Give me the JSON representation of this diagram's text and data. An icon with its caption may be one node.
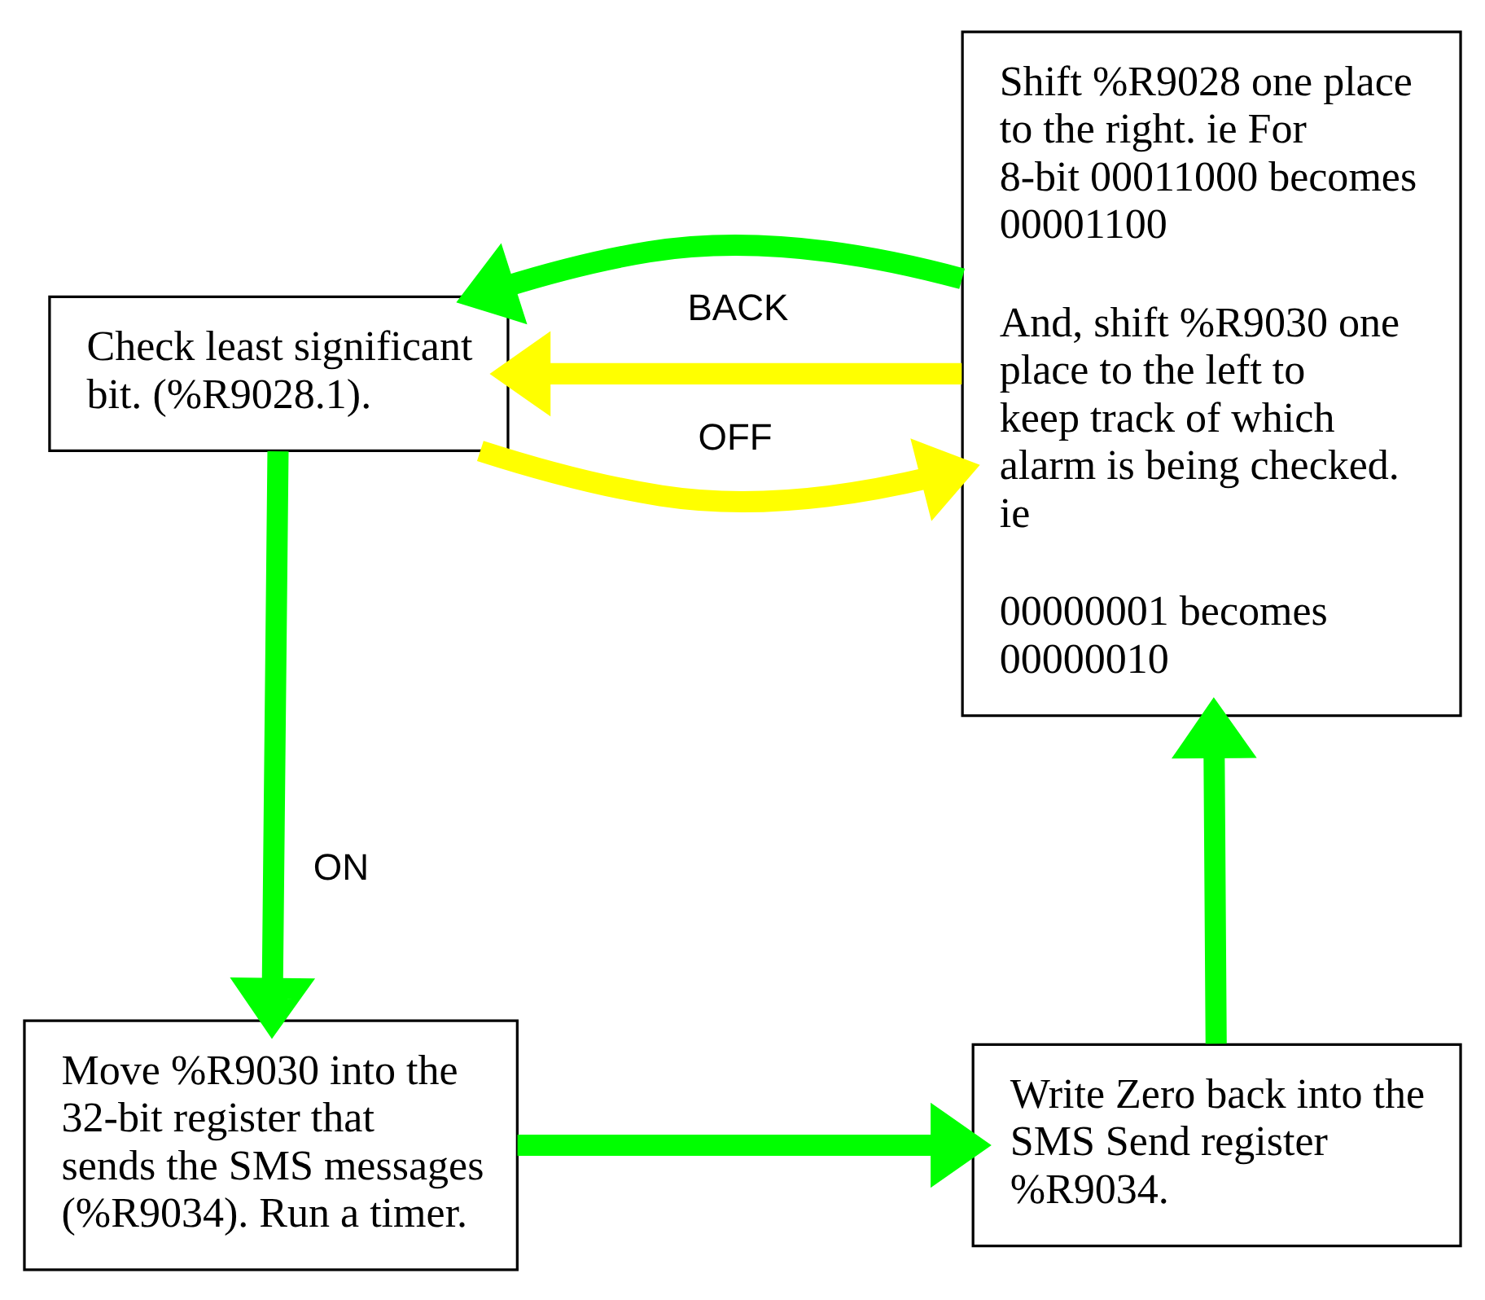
{
  "diagram": {
    "nodes": [
      {
        "text": [
          "Check least significant bit. (%R9028.1)."
        ]
      },
      {
        "text": [
          "Shift %R9028 one place to the right. ie For 8-bit 00011000 becomes 00001100",
          "And, shift %R9030 one place to the left to keep track of which alarm is being checked. ie",
          "00000001 becomes 00000010"
        ]
      },
      {
        "text": [
          "Move %R9030 into the 32-bit register that sends the SMS messages (%R9034). Run a timer."
        ]
      },
      {
        "text": [
          "Write Zero back into the SMS Send register %R9034."
        ]
      }
    ],
    "edges": [
      {
        "from": 0,
        "to": 1,
        "arrow": "to",
        "label": "OFF",
        "color": "#ffff00"
      },
      {
        "from": 1,
        "to": 0,
        "arrow": "to"
      },
      {
        "from": 1,
        "to": 0,
        "arrow": "to",
        "label": "BACK",
        "color": "#ffff00"
      },
      {
        "from": 0,
        "to": 2,
        "arrow": "to",
        "label": "ON"
      },
      {
        "from": 2,
        "to": 3,
        "arrow": "to"
      },
      {
        "from": 3,
        "to": 1,
        "arrow": "to"
      }
    ]
  }
}
